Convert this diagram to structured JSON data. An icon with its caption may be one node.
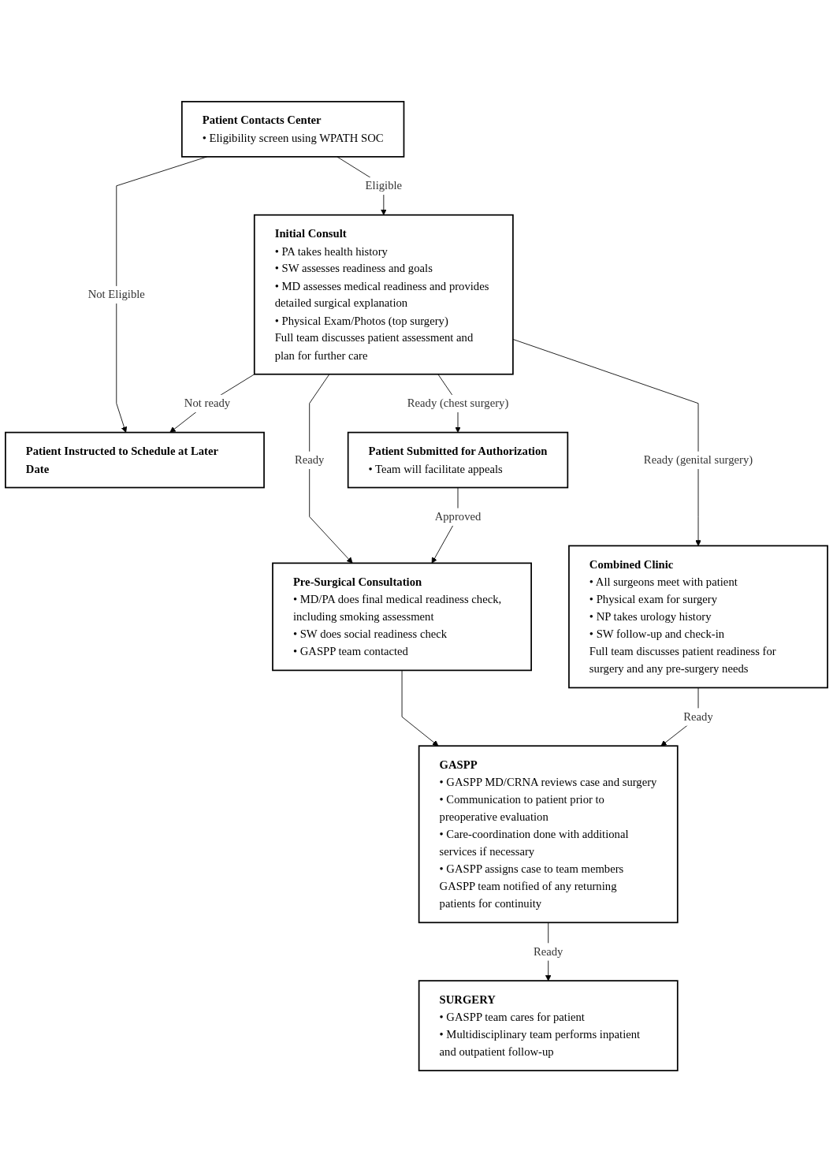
{
  "diagram": {
    "nodes": [
      {
        "text": [
          "Patient Contacts Center",
          "• Eligibility screen using WPATH SOC"
        ]
      },
      {
        "text": [
          "Initial Consult",
          "• PA takes health history",
          "• SW assesses readiness and goals",
          "• MD assesses medical readiness and provides detailed surgical explanation",
          "• Physical Exam/Photos (top surgery)",
          "Full team discusses patient assessment and plan for further care"
        ]
      },
      {
        "text": [
          "Patient Instructed to Schedule at Later Date"
        ]
      },
      {
        "text": [
          "Patient Submitted for Authorization",
          "• Team will facilitate appeals"
        ]
      },
      {
        "text": [
          "Pre-Surgical Consultation",
          "• MD/PA does final medical readiness check, including smoking assessment",
          "• SW does social readiness check",
          "• GASPP team contacted"
        ]
      },
      {
        "text": [
          "Combined Clinic",
          "• All surgeons meet with patient",
          "• Physical exam for surgery",
          "• NP takes urology history",
          "• SW follow-up and check-in",
          "Full team discusses patient readiness for surgery and any pre-surgery needs"
        ]
      },
      {
        "text": [
          "GASPP",
          "• GASPP MD/CRNA reviews case and surgery",
          "• Communication to patient prior to preoperative evaluation",
          "• Care-coordination done with additional services if necessary",
          "• GASPP assigns case to team members",
          "GASPP team notified of any returning patients for continuity"
        ]
      },
      {
        "text": [
          "SURGERY",
          "• GASPP team cares for patient",
          "• Multidisciplinary team performs inpatient and outpatient follow-up"
        ]
      }
    ],
    "edges": [
      {
        "from": 0,
        "to": 1,
        "arrow": "to",
        "label": "Eligible"
      },
      {
        "from": 0,
        "to": 2,
        "arrow": "to",
        "label": "Not Eligible"
      },
      {
        "from": 1,
        "to": 2,
        "arrow": "to",
        "label": "Not ready"
      },
      {
        "from": 1,
        "to": 3,
        "arrow": "to",
        "label": "Ready (chest surgery)"
      },
      {
        "from": 1,
        "to": 5,
        "arrow": "to",
        "label": "Ready (genital surgery)"
      },
      {
        "from": 1,
        "to": 4,
        "arrow": "to",
        "label": "Ready"
      },
      {
        "from": 3,
        "to": 4,
        "arrow": "to",
        "label": "Approved"
      },
      {
        "from": 4,
        "to": 6,
        "arrow": "to"
      },
      {
        "from": 5,
        "to": 6,
        "arrow": "to",
        "label": "Ready"
      },
      {
        "from": 6,
        "to": 7,
        "arrow": "to",
        "label": "Ready"
      }
    ]
  }
}
